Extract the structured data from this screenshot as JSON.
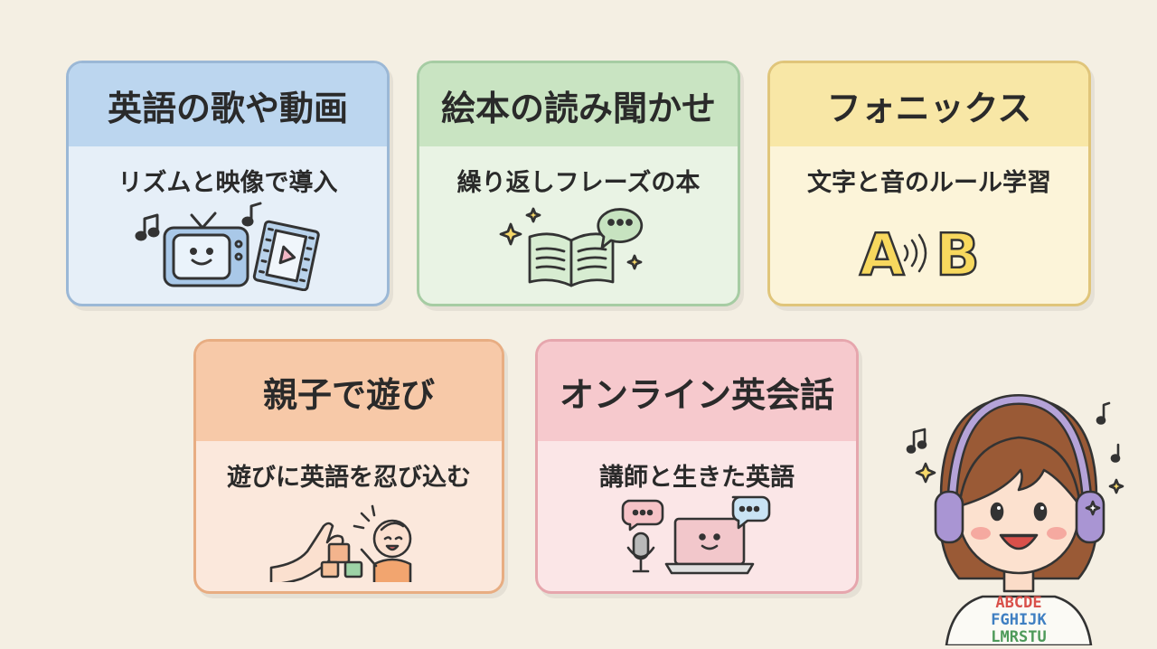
{
  "cards": [
    {
      "title": "英語の歌や動画",
      "subtitle": "リズムと映像で導入",
      "icon": "tv-film-music-icon"
    },
    {
      "title": "絵本の読み聞かせ",
      "subtitle": "繰り返しフレーズの本",
      "icon": "open-book-speech-icon"
    },
    {
      "title": "フォニックス",
      "subtitle": "文字と音のルール学習",
      "icon": "letters-sound-icon",
      "letters": {
        "left": "A",
        "right": "B"
      }
    },
    {
      "title": "親子で遊び",
      "subtitle": "遊びに英語を忍び込む",
      "icon": "hand-blocks-baby-icon"
    },
    {
      "title": "オンライン英会話",
      "subtitle": "講師と生きた英語",
      "icon": "laptop-microphone-icon"
    }
  ],
  "mascot": {
    "icon": "girl-headphones-icon",
    "shirt_lines": [
      "ABCDE",
      "FGHIJK",
      "LMRSTU"
    ]
  },
  "colors": {
    "background": "#f4efe3",
    "blue": "#bcd6ef",
    "green": "#c9e4c2",
    "yellow": "#f8e7a6",
    "orange": "#f7c9a8",
    "pink": "#f6c9cd"
  }
}
